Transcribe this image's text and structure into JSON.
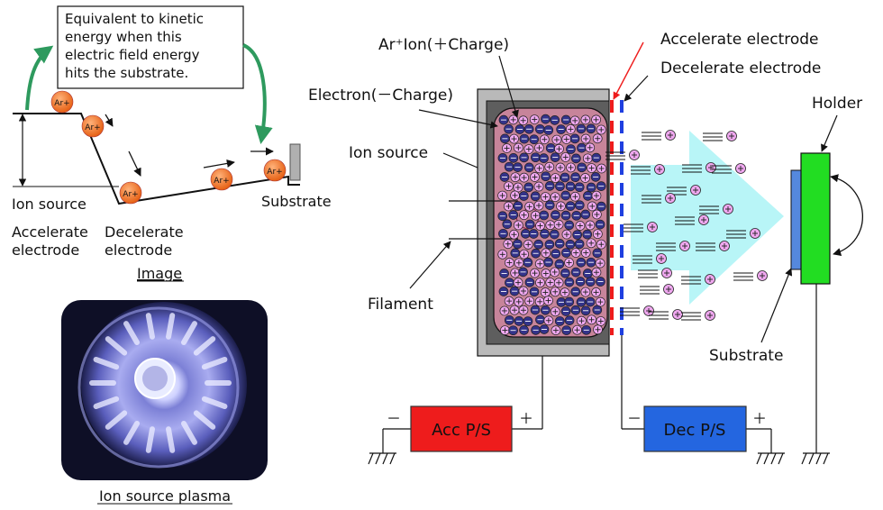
{
  "energy_diagram": {
    "callout_lines": [
      "Equivalent to kinetic",
      "energy when this",
      "electric field energy",
      "hits the substrate."
    ],
    "ion_label": "Ar+",
    "ion_source_label": "Ion source",
    "accelerate_electrode_lines": [
      "Accelerate",
      "electrode"
    ],
    "decelerate_electrode_lines": [
      "Decelerate",
      "electrode"
    ],
    "substrate_label": "Substrate",
    "caption": "Image"
  },
  "plasma_photo": {
    "caption": "Ion source plasma"
  },
  "ion_beam_diagram": {
    "label_ar_ion": "Ar⁺Ion(＋Charge)",
    "label_electron": "Electron(－Charge)",
    "label_ion_source": "Ion source",
    "label_filament": "Filament",
    "label_accelerate_electrode": "Accelerate electrode",
    "label_decelerate_electrode": "Decelerate electrode",
    "label_holder": "Holder",
    "label_substrate": "Substrate",
    "acc_ps": {
      "label": "Acc P/S",
      "minus": "－",
      "plus": "＋"
    },
    "dec_ps": {
      "label": "Dec P/S",
      "minus": "－",
      "plus": "＋"
    }
  },
  "colors": {
    "plasma_fill": "#c7849a",
    "acc_ps": "#ee1c1c",
    "dec_ps": "#2466e0",
    "holder": "#22dd22",
    "substrate": "#5588dd",
    "beam": "#b8f5f7",
    "ion": "#f0a8f0",
    "electron": "#33338a",
    "green_arrow": "#2e9a5e",
    "ion_ball": "#ec6a16"
  }
}
